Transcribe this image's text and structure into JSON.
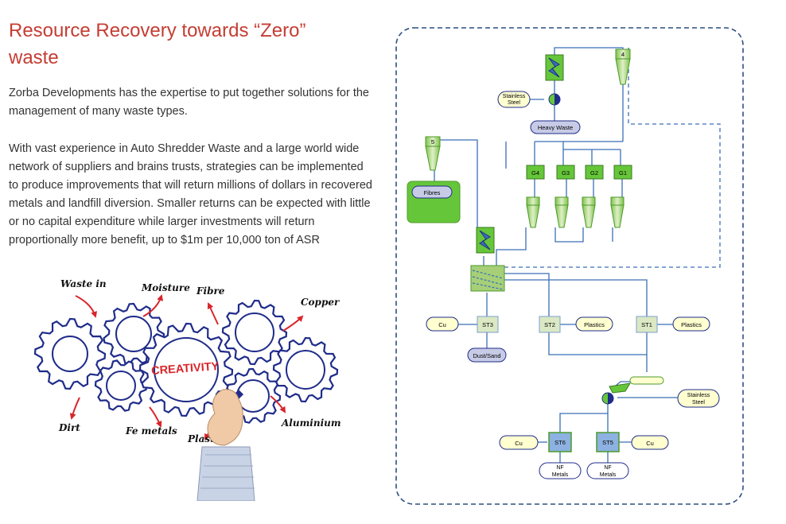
{
  "article": {
    "title": "Resource Recovery towards “Zero” waste",
    "paragraph_1": "Zorba Developments has the expertise to put together solutions for the management of many waste types.",
    "paragraph_2": "With vast experience in Auto Shredder Waste and a large world wide network of suppliers and brains trusts, strategies can be implemented to produce improvements that will return millions of dollars in recovered metals and landfill diversion. Smaller returns can be expected with little or no capital expenditure while larger investments will return proportionally more benefit, up to $1m per 10,000 ton of ASR"
  },
  "gears_illustration": {
    "center_label": "CREATIVITY",
    "labels": {
      "waste_in": "Waste in",
      "moisture": "Moisture",
      "fibre": "Fibre",
      "copper": "Copper",
      "dirt": "Dirt",
      "fe_metals": "Fe metals",
      "plastic": "Plastic",
      "aluminium": "Aluminium"
    }
  },
  "flow_diagram": {
    "cyclone_4": "4",
    "cyclone_5": "5",
    "stainless_steel_top": [
      "Stainless",
      "Steel"
    ],
    "heavy_waste": "Heavy Waste",
    "fibres": "Fibres",
    "gates": [
      "G4",
      "G3",
      "G2",
      "G1"
    ],
    "st3": "ST3",
    "st2": "ST2",
    "st1": "ST1",
    "cu_left": "Cu",
    "plastics_mid": "Plastics",
    "plastics_right": "Plastics",
    "dust_sand": "Dust/Sand",
    "stainless_steel_bottom": [
      "Stainless",
      "Steel"
    ],
    "st6": "ST6",
    "st5": "ST5",
    "cu_st6": "Cu",
    "cu_st5": "Cu",
    "nf_metals_1": [
      "NF",
      "Metals"
    ],
    "nf_metals_2": [
      "NF",
      "Metals"
    ]
  },
  "colors": {
    "heading": "#c53d33",
    "body_text": "#333333",
    "gear_stroke": "#1f2c8a",
    "arrow_red": "#d8262c",
    "green_box": "#66c63a",
    "green_border": "#4c9a2a",
    "line_blue": "#3b6fb6",
    "pill_yellow": "#ffffd0",
    "pill_lavender": "#c7cbe6",
    "st_green_fill": "#dbe8c4",
    "st_blue_fill": "#8db1e0",
    "dashed_border": "#2c4f80"
  }
}
